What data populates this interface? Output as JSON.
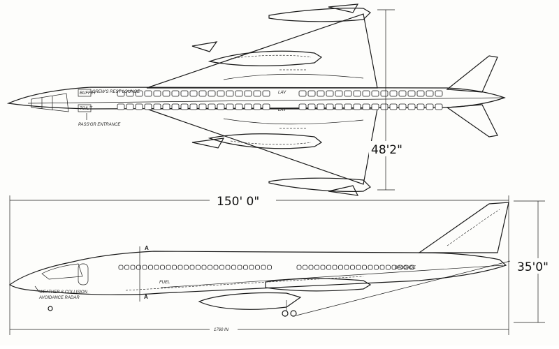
{
  "plan_view": {
    "cabin_labels": {
      "buffet_fwd": "BUFFET",
      "crew_rest": "CREW'S REST LOUNGE",
      "toilet": "TOIL'T",
      "lav_upper": "LAV",
      "lav_lower": "LAV"
    },
    "entrance_label": "PASS'GR ENTRANCE",
    "span_dimension": "48'2\"",
    "length_dimension": "150' 0\""
  },
  "side_view": {
    "section_marker_top": "A",
    "section_marker_bottom": "A",
    "fuel_label": "FUEL",
    "baggage_label": "BAGGAGE",
    "radar_label_line1": "WEATHER & COLLISION",
    "radar_label_line2": "AVOIDANCE RADAR",
    "height_dimension": "35'0\"",
    "bottom_dimension": "1760 IN"
  }
}
